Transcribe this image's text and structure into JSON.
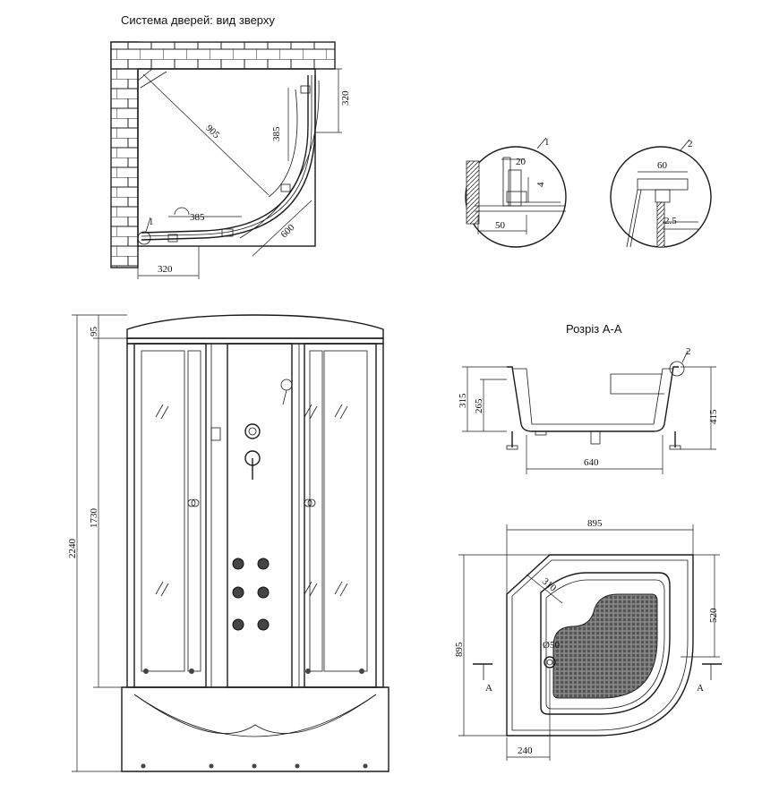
{
  "top_view": {
    "title": "Система дверей: вид зверху",
    "dims": {
      "diag": "905",
      "side_r": "320",
      "arc_v": "385",
      "arc_h": "385",
      "door_w": "600",
      "side_b": "320",
      "callout": "1"
    }
  },
  "detail1": {
    "callout": "1",
    "d20": "20",
    "d4": "4",
    "d50": "50"
  },
  "detail2": {
    "callout": "2",
    "d60": "60",
    "d25": "2.5"
  },
  "front_view": {
    "h95": "95",
    "h1730": "1730",
    "h2240": "2240"
  },
  "section": {
    "title": "Розріз А-А",
    "callout": "2",
    "d315": "315",
    "d265": "265",
    "d415": "415",
    "d640": "640"
  },
  "tray_plan": {
    "d895_top": "895",
    "d895_left": "895",
    "d310": "310",
    "d520": "520",
    "d50": "Ø50",
    "d240": "240",
    "cut_a_left": "А",
    "cut_a_right": "А"
  }
}
